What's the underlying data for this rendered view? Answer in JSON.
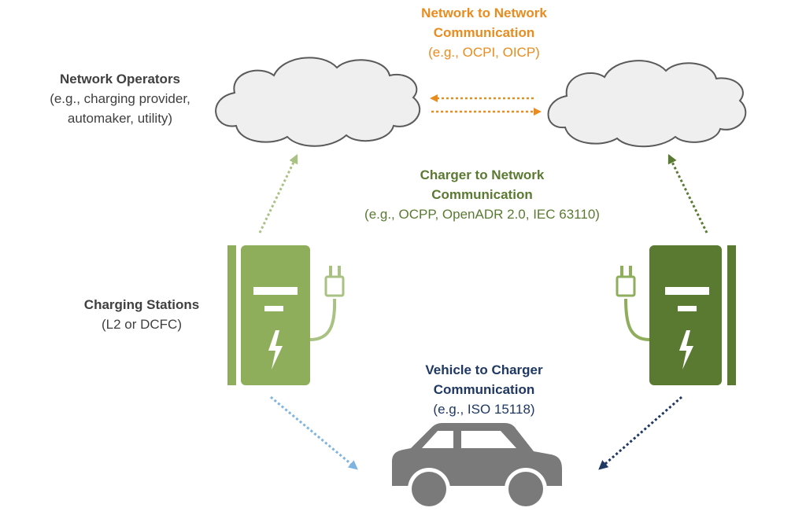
{
  "colors": {
    "orange": "#e88c1f",
    "light_green": "#8fae5c",
    "dark_green": "#5a7a32",
    "navy": "#1f3864",
    "light_blue": "#7fb4e0",
    "gray_text": "#404040",
    "cloud_fill": "#efefef",
    "cloud_stroke": "#5a5a5a",
    "car_gray": "#7a7a7a"
  },
  "labels": {
    "network_to_network": {
      "title_line1": "Network to Network",
      "title_line2": "Communication",
      "subtitle": "(e.g., OCPI, OICP)"
    },
    "network_operators": {
      "title": "Network Operators",
      "sub_line1": "(e.g., charging provider,",
      "sub_line2": "automaker, utility)"
    },
    "charger_to_network": {
      "title_line1": "Charger to Network",
      "title_line2": "Communication",
      "subtitle": "(e.g., OCPP, OpenADR 2.0, IEC 63110)"
    },
    "charging_stations": {
      "title": "Charging Stations",
      "subtitle": "(L2 or DCFC)"
    },
    "vehicle_to_charger": {
      "title_line1": "Vehicle to Charger",
      "title_line2": "Communication",
      "subtitle": "(e.g., ISO 15118)"
    }
  },
  "icons": {
    "left_cloud": "cloud-icon",
    "right_cloud": "cloud-icon",
    "left_charger": "charging-station-icon",
    "right_charger": "charging-station-icon",
    "vehicle": "car-icon"
  }
}
